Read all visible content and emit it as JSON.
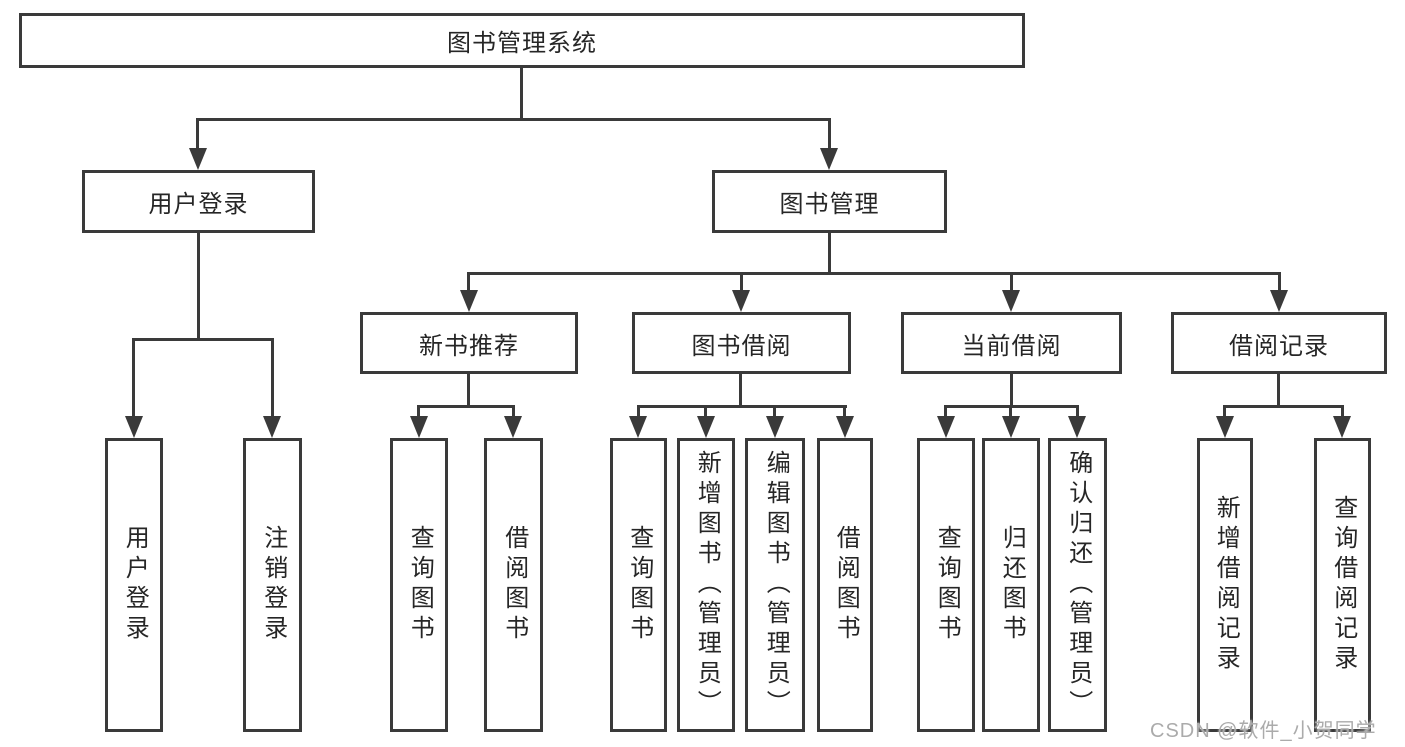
{
  "nodes": {
    "root": "图书管理系统",
    "login_group": "用户登录",
    "book_management": "图书管理",
    "new_book_recommend": "新书推荐",
    "book_borrow": "图书借阅",
    "current_borrow": "当前借阅",
    "borrow_record": "借阅记录",
    "leaf_user_login": "用户登录",
    "leaf_logout": "注销登录",
    "leaf_nb_query_book": "查询图书",
    "leaf_nb_borrow_book": "借阅图书",
    "leaf_bb_query_book": "查询图书",
    "leaf_bb_add_book": "新增图书（管理员）",
    "leaf_bb_edit_book": "编辑图书（管理员）",
    "leaf_bb_borrow_book": "借阅图书",
    "leaf_cb_query_book": "查询图书",
    "leaf_cb_return_book": "归还图书",
    "leaf_cb_confirm_return": "确认归还（管理员）",
    "leaf_br_add_record": "新增借阅记录",
    "leaf_br_query_record": "查询借阅记录"
  },
  "watermark": "CSDN @软件_小贺同学",
  "colors": {
    "line": "#3a3a3a",
    "text": "#262626",
    "watermark": "#ababab",
    "background": "#ffffff"
  }
}
